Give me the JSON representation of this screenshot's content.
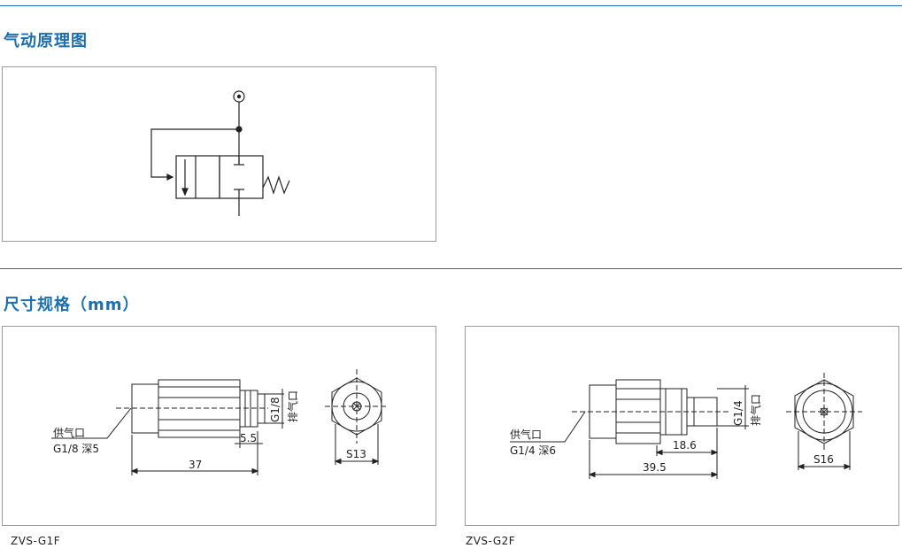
{
  "sections": {
    "principle_title": "气动原理图",
    "dimensions_title": "尺寸规格（mm）"
  },
  "models": [
    {
      "caption": "ZVS-G1F",
      "supply_label": "供气口",
      "supply_spec": "G1/8 深5",
      "exhaust_label": "排气口",
      "exhaust_thread": "G1/8",
      "dim_short": "5.5",
      "dim_length": "37",
      "hex_size": "S13"
    },
    {
      "caption": "ZVS-G2F",
      "supply_label": "供气口",
      "supply_spec": "G1/4 深6",
      "exhaust_label": "排气口",
      "exhaust_thread": "G1/4",
      "dim_short": "18.6",
      "dim_length": "39.5",
      "hex_size": "S16"
    }
  ],
  "colors": {
    "accent": "#1a6fb0",
    "border": "#9a9a9a",
    "line": "#222222"
  }
}
